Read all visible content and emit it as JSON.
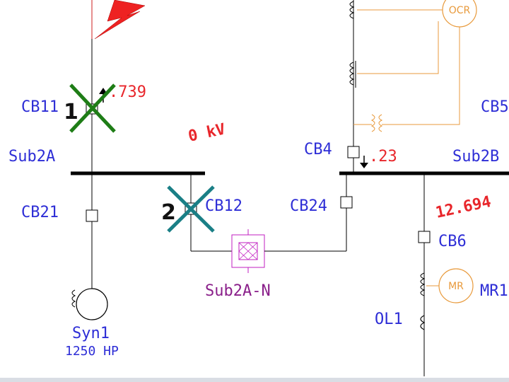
{
  "colors": {
    "label": "#2d2dd6",
    "measurement": "#e8262b",
    "bus": "#000000",
    "wire": "#000000",
    "feeder": "#cc1f1f",
    "relay": "#e89a3c",
    "transformer": "#c21fc2",
    "marker1": "#1e7d16",
    "marker2": "#1a7f86",
    "lightning": "#ee2222"
  },
  "buses": {
    "sub2a": "Sub2A",
    "sub2b": "Sub2B"
  },
  "breakers": {
    "cb11": "CB11",
    "cb21": "CB21",
    "cb12": "CB12",
    "cb24": "CB24",
    "cb4": "CB4",
    "cb5": "CB5",
    "cb6": "CB6"
  },
  "measurements": {
    "cb11_value": ".739",
    "cb4_value": ".23",
    "sub2a_voltage": "0 kV",
    "sub2b_voltage": "12.694"
  },
  "equipment": {
    "transformer": "Sub2A-N",
    "generator": "Syn1",
    "generator_rating": "1250 HP",
    "overload": "OL1",
    "motor_label": "MR1"
  },
  "relays": {
    "ocr": "OCR",
    "mr": "MR"
  },
  "markers": {
    "m1": "1",
    "m2": "2"
  }
}
